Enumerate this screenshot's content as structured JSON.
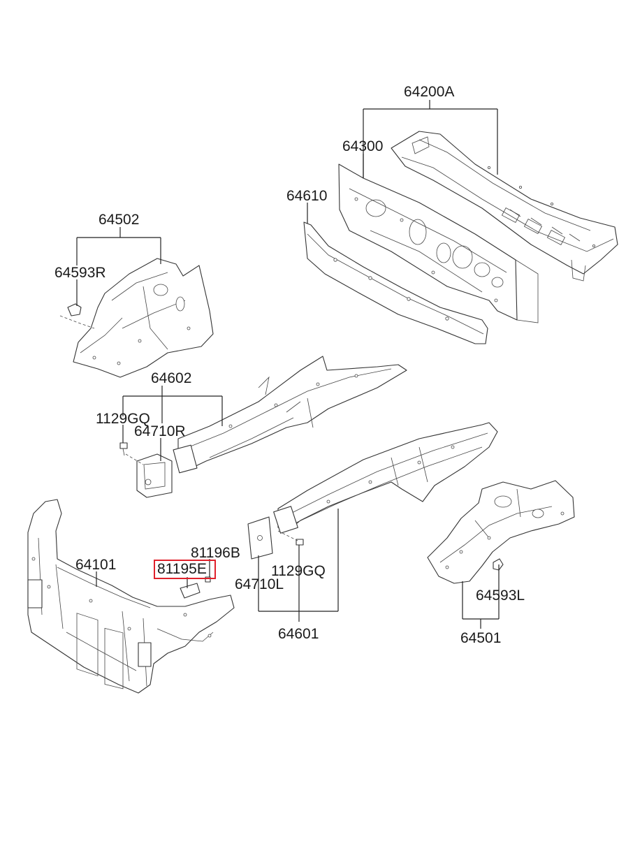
{
  "diagram": {
    "highlighted_part": "81195E",
    "highlight_color": "#e0212b",
    "labels": {
      "p64200A": "64200A",
      "p64300": "64300",
      "p64610": "64610",
      "p64502": "64502",
      "p64593R": "64593R",
      "p64602": "64602",
      "p1129GQ_a": "1129GQ",
      "p64710R": "64710R",
      "p81196B": "81196B",
      "p64101": "64101",
      "p81195E": "81195E",
      "p1129GQ_b": "1129GQ",
      "p64710L": "64710L",
      "p64593L": "64593L",
      "p64601": "64601",
      "p64501": "64501"
    }
  }
}
